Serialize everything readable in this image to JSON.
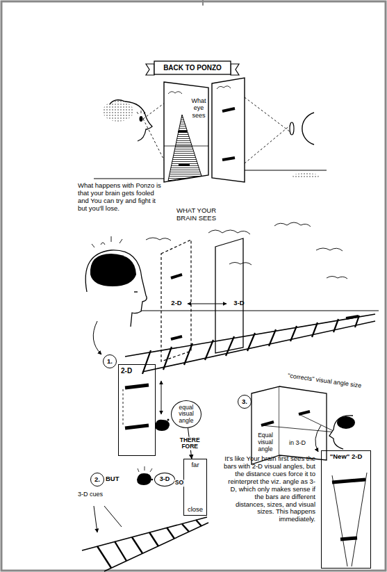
{
  "diagram": {
    "title": "BACK TO PONZO",
    "nodes": [
      {
        "text": [
          "1."
        ]
      },
      {
        "text": [
          "2-D"
        ]
      },
      {
        "text": [
          "equal visual angle"
        ]
      },
      {
        "text": [
          "2."
        ]
      },
      {
        "text": [
          "3-D"
        ]
      },
      {
        "text": [
          "far",
          "close"
        ]
      },
      {
        "text": [
          "3."
        ]
      },
      {
        "text": [
          "\"New\" 2-D"
        ]
      }
    ],
    "edges": [
      {
        "from": 2,
        "to": 5,
        "label": "THERE FORE",
        "arrow": "to"
      },
      {
        "from": 4,
        "to": 5,
        "label": "SO",
        "arrow": "none"
      }
    ],
    "labels": [
      "What eye sees",
      "What happens with Ponzo is that your brain gets fooled and You can try and fight it but you'll lose.",
      "WHAT YOUR BRAIN SEES",
      "2-D",
      "3-D",
      "BUT",
      "3-D cues",
      "\"corrects\" visual angle size",
      "Equal visual angle",
      "in 3-D",
      "It's like Your brain first sees the bars with 2-D visual angles, but the distance cues force it to reinterpret the viz. angle as 3-D, which only makes sense if the bars are different distances, sizes, and visual sizes. This happens immediately."
    ]
  }
}
